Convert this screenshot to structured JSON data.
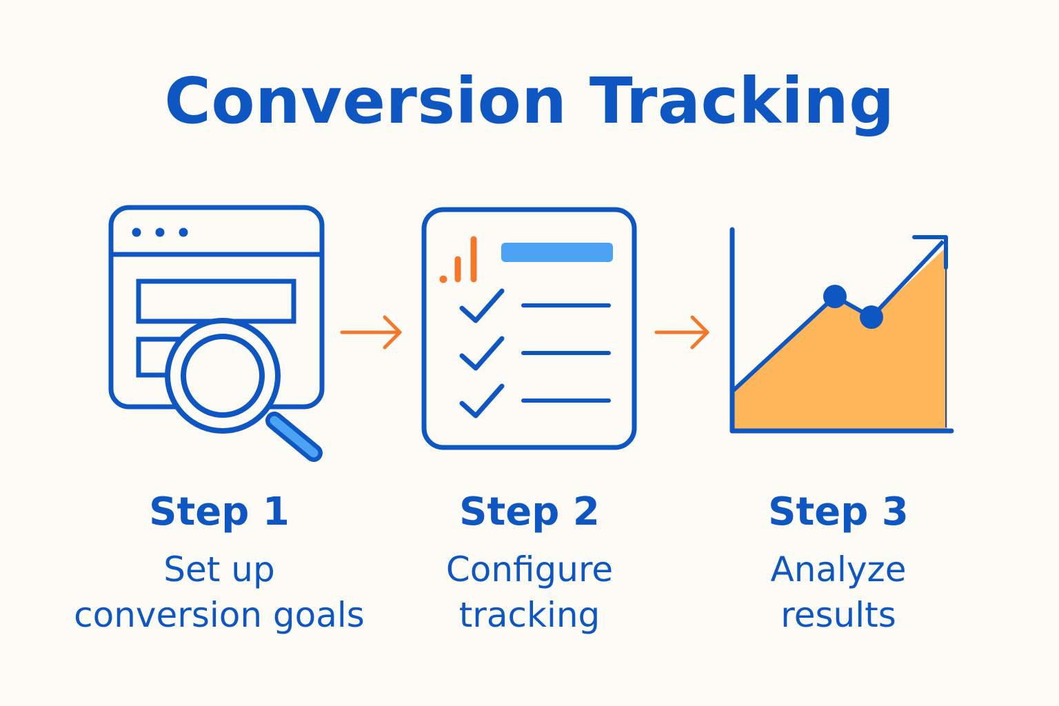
{
  "title": "Conversion Tracking",
  "colors": {
    "primary_blue": "#0E57C2",
    "light_blue": "#4DA3F3",
    "orange": "#F5782A",
    "chart_fill": "#FDB75A",
    "background": "#FCFBF5"
  },
  "steps": [
    {
      "label": "Step 1",
      "description_lines": [
        "Set up",
        "conversion goals"
      ],
      "icon": "browser-magnifier-icon"
    },
    {
      "label": "Step 2",
      "description_lines": [
        "Configure",
        "tracking"
      ],
      "icon": "checklist-analytics-icon"
    },
    {
      "label": "Step 3",
      "description_lines": [
        "Analyze",
        "results"
      ],
      "icon": "growth-chart-icon"
    }
  ],
  "connectors": [
    "arrow-right-icon",
    "arrow-right-icon"
  ]
}
